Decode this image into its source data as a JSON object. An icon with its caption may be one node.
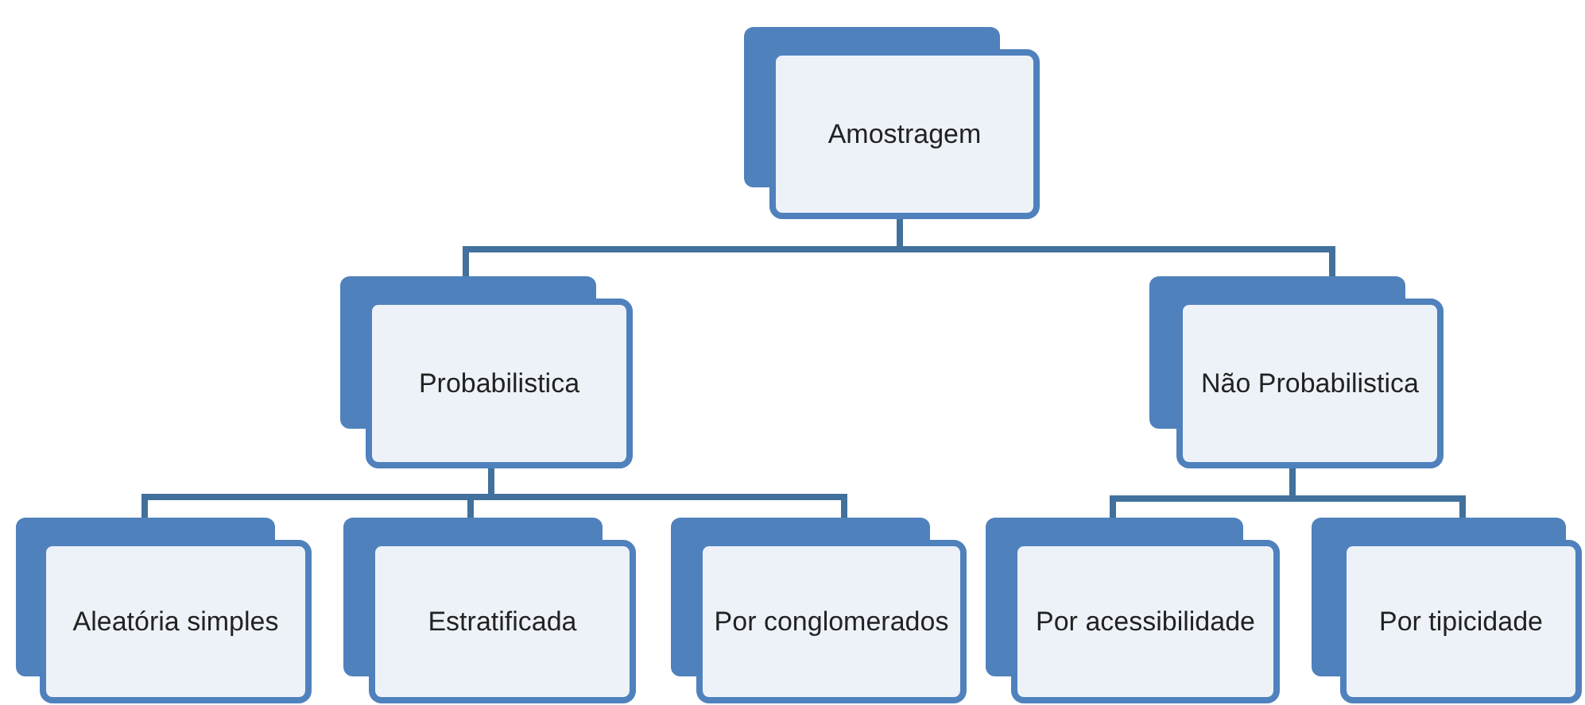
{
  "diagram": {
    "nodes": [
      {
        "text": [
          "Amostragem"
        ]
      },
      {
        "text": [
          "Probabilistica"
        ]
      },
      {
        "text": [
          "Não Probabilistica"
        ]
      },
      {
        "text": [
          "Aleatória simples"
        ]
      },
      {
        "text": [
          "Estratificada"
        ]
      },
      {
        "text": [
          "Por conglomerados"
        ]
      },
      {
        "text": [
          "Por acessibilidade"
        ]
      },
      {
        "text": [
          "Por tipicidade"
        ]
      }
    ],
    "edges": [
      {
        "from": 0,
        "to": 1,
        "arrow": "none"
      },
      {
        "from": 0,
        "to": 2,
        "arrow": "none"
      },
      {
        "from": 1,
        "to": 3,
        "arrow": "none"
      },
      {
        "from": 1,
        "to": 4,
        "arrow": "none"
      },
      {
        "from": 1,
        "to": 5,
        "arrow": "none"
      },
      {
        "from": 2,
        "to": 6,
        "arrow": "none"
      },
      {
        "from": 2,
        "to": 7,
        "arrow": "none"
      }
    ]
  }
}
